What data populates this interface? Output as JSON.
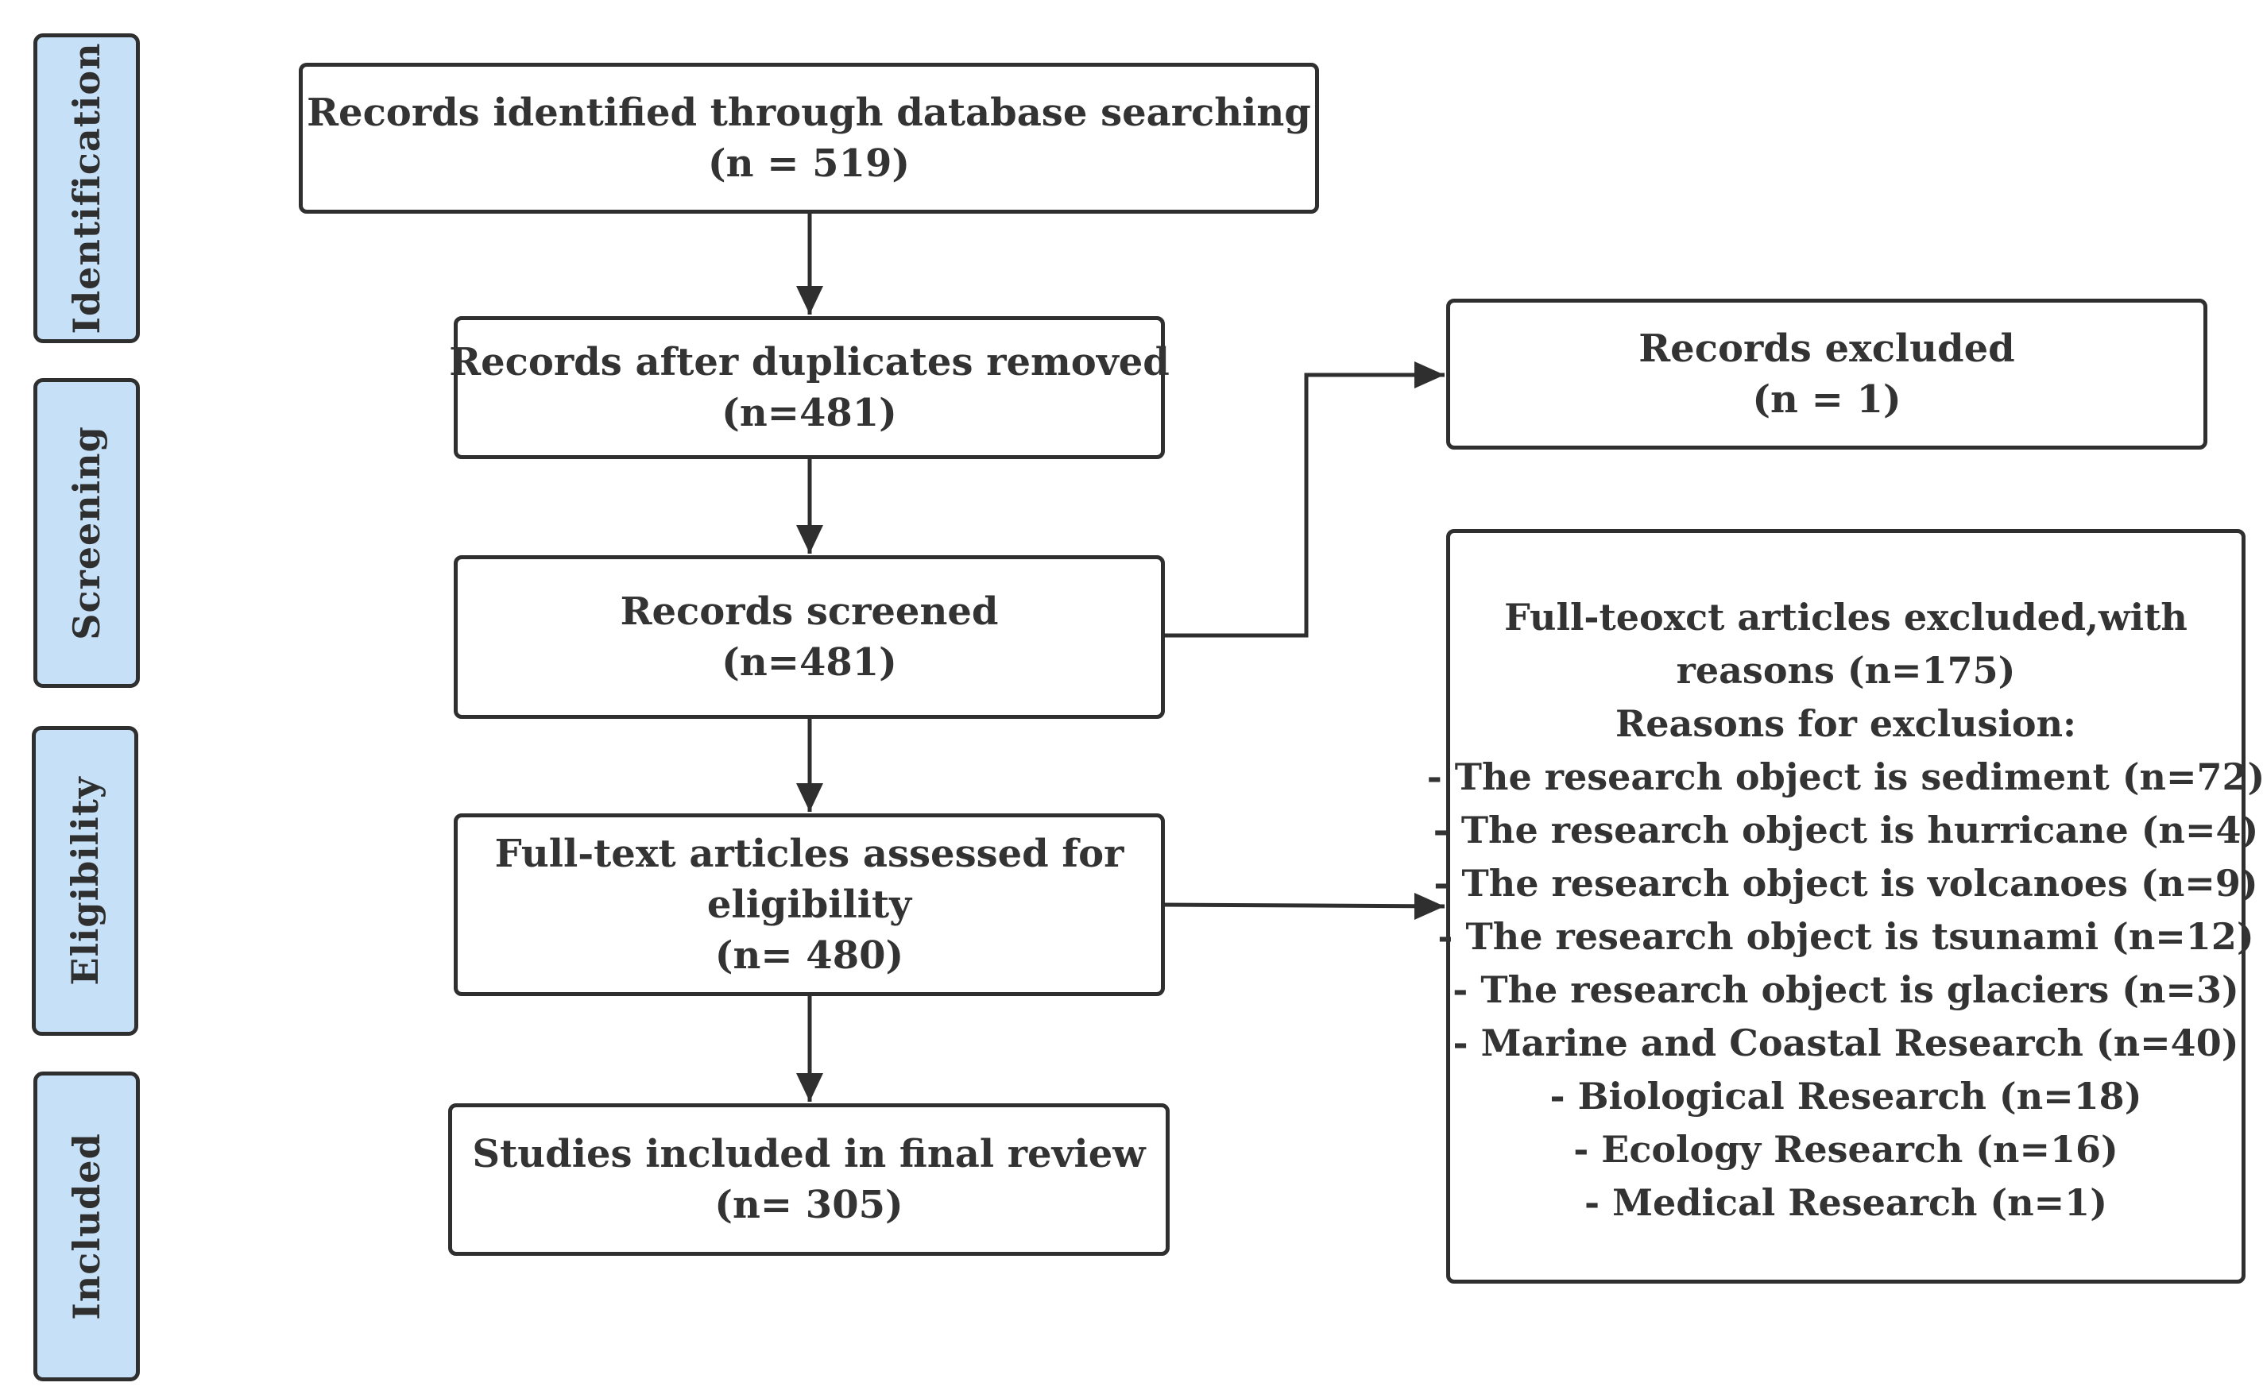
{
  "phases": {
    "identification": "Identification",
    "screening": "Screening",
    "eligibility": "Eligibility",
    "included": "Included"
  },
  "boxes": {
    "identified": {
      "title": "Records identified through database searching",
      "count": "(n = 519)"
    },
    "deduplicated": {
      "title": "Records after duplicates removed",
      "count": "(n=481)"
    },
    "screened": {
      "title": "Records screened",
      "count": "(n=481)"
    },
    "fulltext": {
      "title_line1": "Full-text articles assessed for",
      "title_line2": "eligibility",
      "count": "(n= 480)"
    },
    "included": {
      "title": "Studies included in final review",
      "count": "(n= 305)"
    },
    "records_excluded": {
      "title": "Records excluded",
      "count": "(n = 1)"
    },
    "fulltext_excluded": {
      "title_line1": "Full-teoxct articles excluded,with",
      "title_line2": "reasons (n=175)",
      "reasons_header": "Reasons for exclusion:",
      "reasons": [
        "- The research object is sediment (n=72)",
        "- The research object is hurricane (n=4)",
        "- The research object is volcanoes (n=9)",
        "- The research object is tsunami (n=12)",
        "- The research object is glaciers (n=3)",
        "- Marine and Coastal Research (n=40)",
        "- Biological Research (n=18)",
        "- Ecology Research (n=16)",
        "- Medical Research (n=1)"
      ]
    }
  },
  "colors": {
    "phase_fill": "#c6e0f7",
    "stroke": "#2f2f2f",
    "text": "#333333"
  }
}
